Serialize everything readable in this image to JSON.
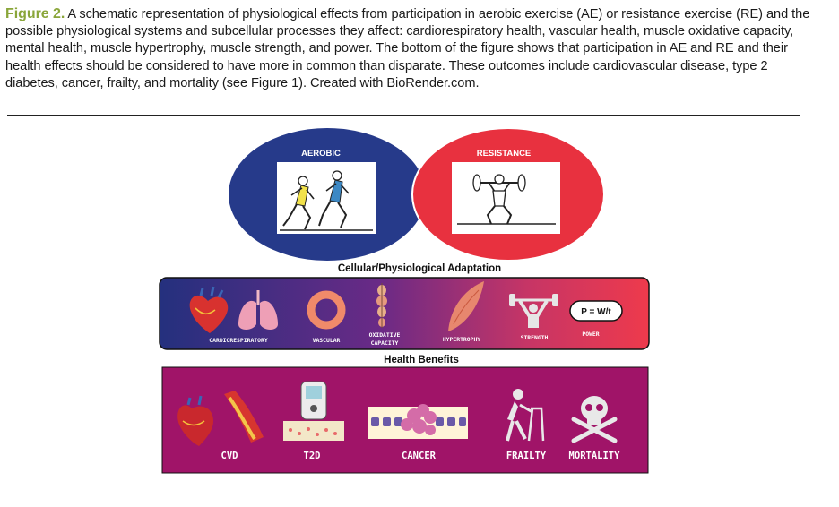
{
  "caption": {
    "label": "Figure 2.",
    "text": " A schematic representation of physiological effects from participation in aerobic exercise (AE) or resistance exercise (RE) and the possible physiological systems and subcellular processes they affect: cardiorespiratory health, vascular health, muscle oxidative capacity, mental health, muscle hypertrophy, muscle strength, and power. The bottom of the figure shows that participation in AE and RE and their health effects should be considered to have more in common than disparate. These outcomes include cardiovascular disease, type 2 diabetes, cancer, frailty, and mortality (see Figure 1). Created with BioRender.com."
  },
  "figure": {
    "aerobic_label": "AEROBIC",
    "resistance_label": "RESISTANCE",
    "adaptation_title": "Cellular/Physiological Adaptation",
    "adaptations": [
      {
        "label": "CARDIORESPIRATORY"
      },
      {
        "label": "VASCULAR"
      },
      {
        "label_line1": "OXIDATIVE",
        "label_line2": "CAPACITY"
      },
      {
        "label": "HYPERTROPHY"
      },
      {
        "label": "STRENGTH"
      },
      {
        "label": "POWER",
        "formula": "P = W/t"
      }
    ],
    "benefits_title": "Health Benefits",
    "benefits": [
      {
        "label": "CVD"
      },
      {
        "label": "T2D"
      },
      {
        "label": "CANCER"
      },
      {
        "label": "FRAILTY"
      },
      {
        "label": "MORTALITY"
      }
    ],
    "colors": {
      "aerobic_blue": "#263a8a",
      "resistance_red": "#e8313f",
      "benefits_magenta": "#a01468",
      "caption_green": "#8aa63a"
    }
  }
}
